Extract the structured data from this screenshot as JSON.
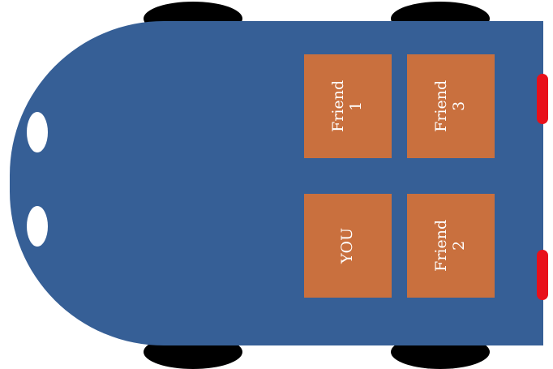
{
  "colors": {
    "body": "#365f96",
    "seat": "#c9703e",
    "wheel": "#000000",
    "headlight": "#ffffff",
    "taillight": "#e8101a"
  },
  "seats": {
    "friend_1": {
      "name": "Friend",
      "number": "1"
    },
    "friend_3": {
      "name": "Friend",
      "number": "3"
    },
    "you": {
      "name": "YOU"
    },
    "friend_2": {
      "name": "Friend",
      "number": "2"
    }
  }
}
